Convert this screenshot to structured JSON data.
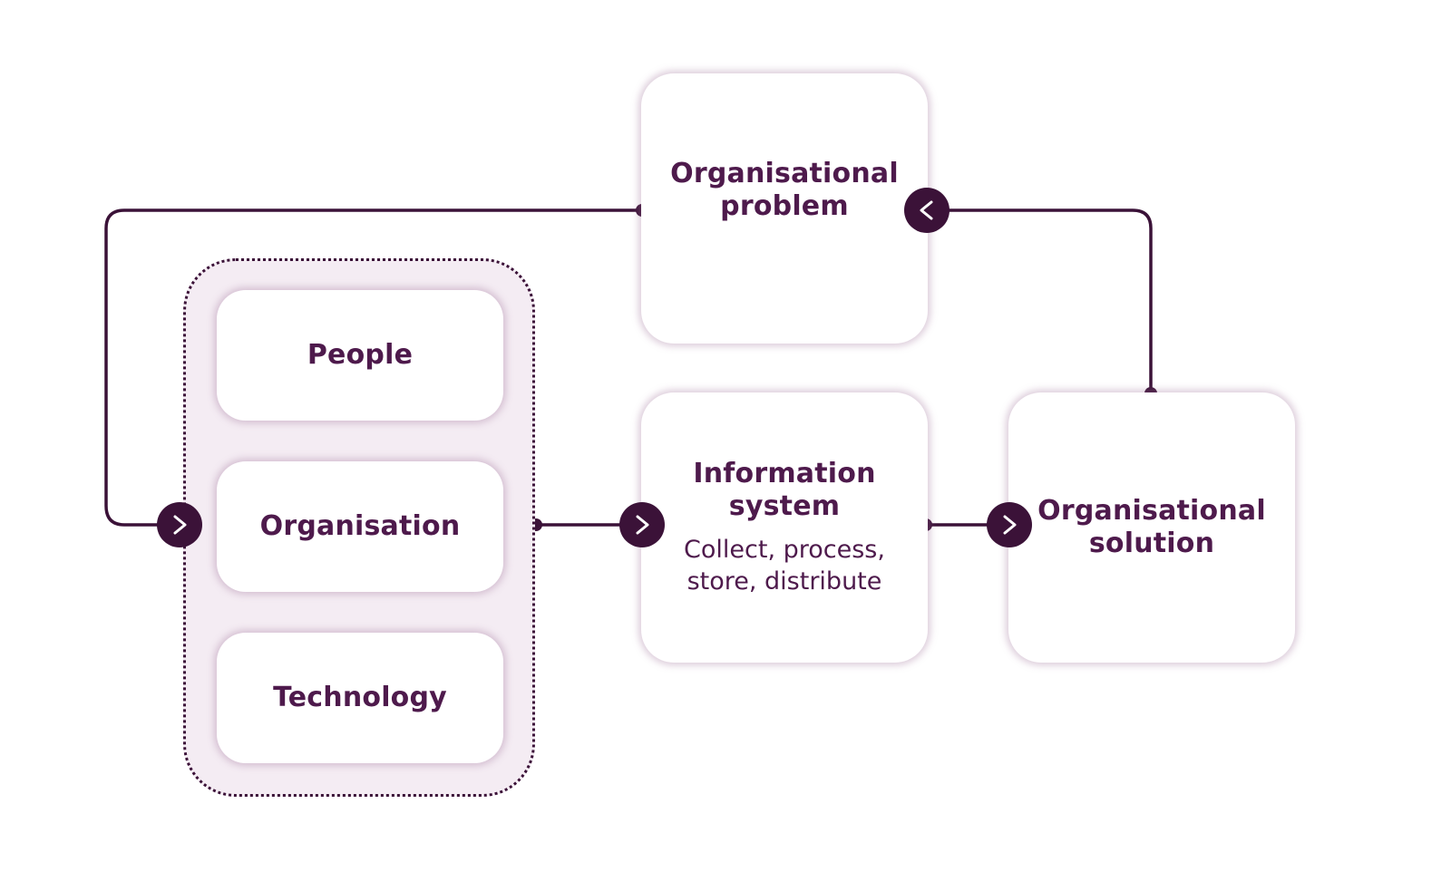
{
  "group": {
    "items": [
      {
        "label": "People"
      },
      {
        "label": "Organisation"
      },
      {
        "label": "Technology"
      }
    ]
  },
  "problem": {
    "title": "Organisational\nproblem"
  },
  "information_system": {
    "title": "Information\nsystem",
    "description": "Collect, process,\nstore, distribute"
  },
  "solution": {
    "title": "Organisational\nsolution"
  },
  "colors": {
    "accent": "#3b1238",
    "text": "#4e1a4c",
    "group_fill": "#f4ecf3",
    "card_shadow": "#9b6e96"
  },
  "icons": {
    "forward": "chevron-right-icon",
    "back": "chevron-left-icon"
  }
}
